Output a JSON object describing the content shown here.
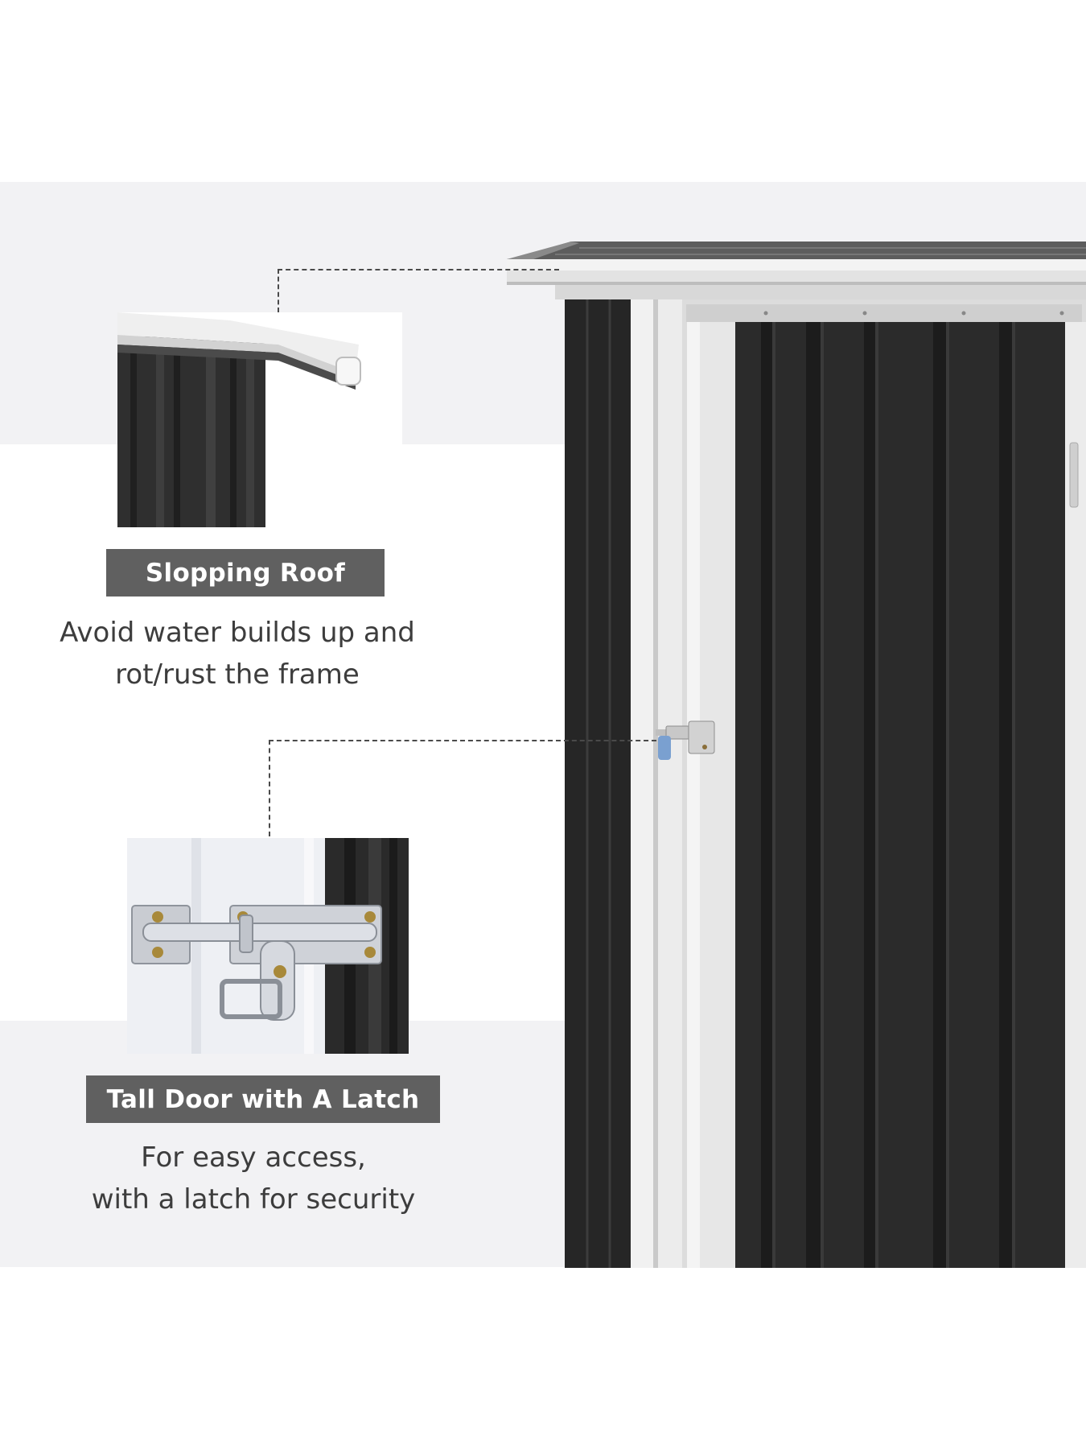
{
  "features": [
    {
      "title": "Slopping Roof",
      "lines": [
        "Avoid water builds up and",
        "rot/rust the frame"
      ]
    },
    {
      "title": "Tall Door with A Latch",
      "lines": [
        "For easy access,",
        "with a latch for security"
      ]
    }
  ],
  "colors": {
    "band": "#f2f2f4",
    "label_bg": "#606060",
    "panel_dark": "#2b2b2b",
    "frame_light": "#e2e2e2",
    "text": "#3d3d3d"
  },
  "icons": [
    "roof-closeup-image",
    "latch-closeup-image",
    "shed-image"
  ]
}
